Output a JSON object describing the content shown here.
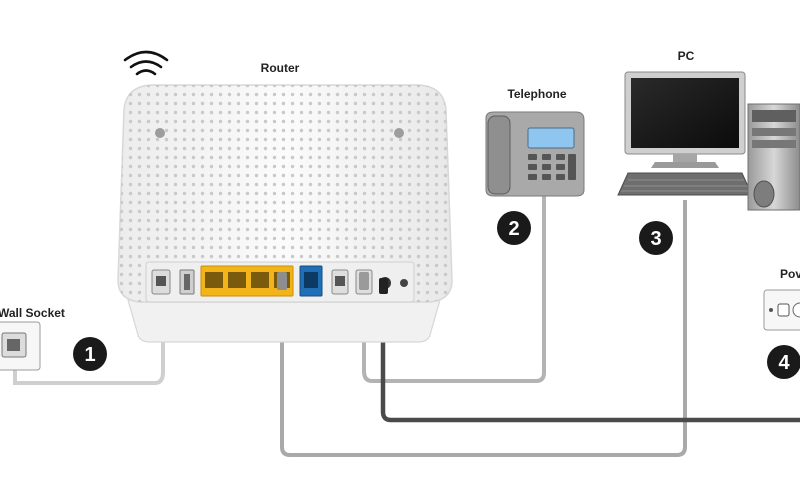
{
  "labels": {
    "router": "Router",
    "telephone": "Telephone",
    "pc": "PC",
    "wall_socket": "Wall Socket",
    "power": "Pov"
  },
  "steps": [
    "1",
    "2",
    "3",
    "4"
  ],
  "colors": {
    "cable_light": "#c7c7c7",
    "cable_mid": "#a9a9a9",
    "cable_dark": "#4a4a4a",
    "lan_port": "#f2b418",
    "wan_port": "#1f6fb6",
    "badge": "#1a1a1a"
  }
}
